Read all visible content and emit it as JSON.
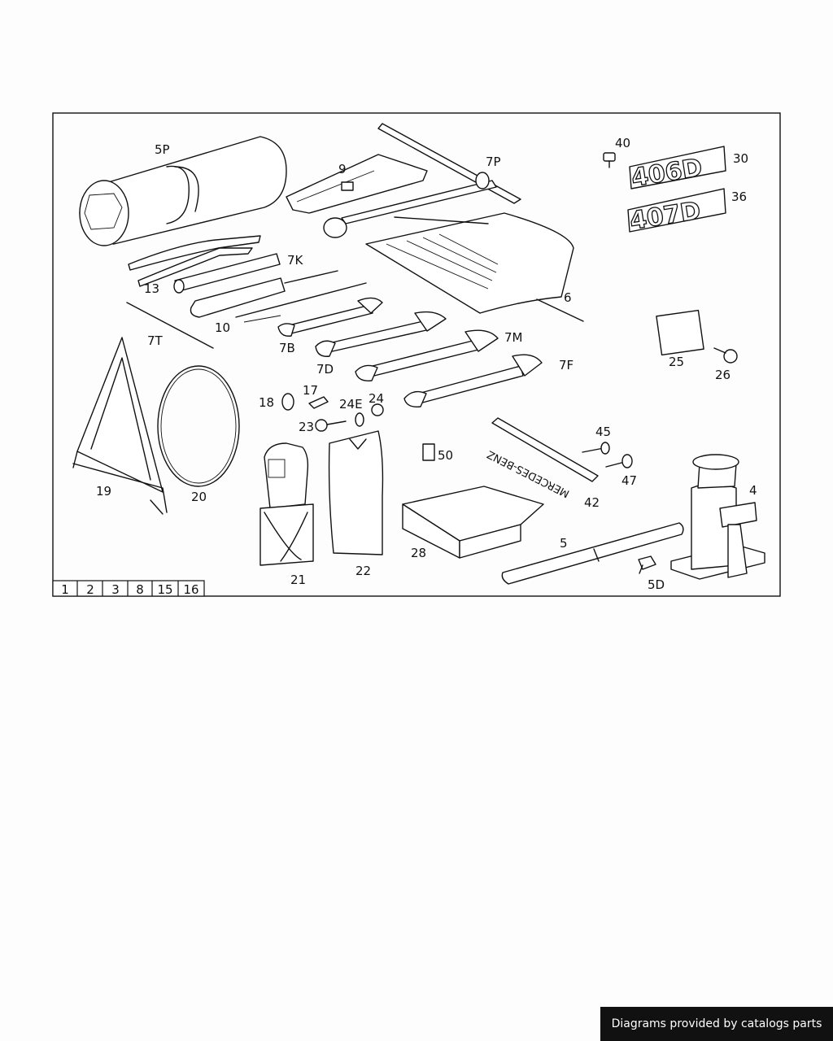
{
  "diagram": {
    "labels": {
      "p5P": "5P",
      "p9": "9",
      "p7P": "7P",
      "p40": "40",
      "p30": "30",
      "p36": "36",
      "p7K": "7K",
      "p13": "13",
      "p10": "10",
      "p6": "6",
      "p7T": "7T",
      "p7B": "7B",
      "p7D": "7D",
      "p7M": "7M",
      "p7F": "7F",
      "p25": "25",
      "p26": "26",
      "p18": "18",
      "p17": "17",
      "p24E": "24E",
      "p24": "24",
      "p23": "23",
      "p45": "45",
      "p50": "50",
      "p47": "47",
      "p42": "42",
      "p4": "4",
      "p19": "19",
      "p20": "20",
      "p21": "21",
      "p22": "22",
      "p28": "28",
      "p5": "5",
      "p5D": "5D"
    },
    "badges": {
      "b406d": "406D",
      "b407d": "407D"
    },
    "sticker_text": "MERCEDES-BENZ",
    "page_tabs": [
      "1",
      "2",
      "3",
      "8",
      "15",
      "16"
    ]
  },
  "footer": {
    "credit": "Diagrams provided by catalogs parts"
  }
}
